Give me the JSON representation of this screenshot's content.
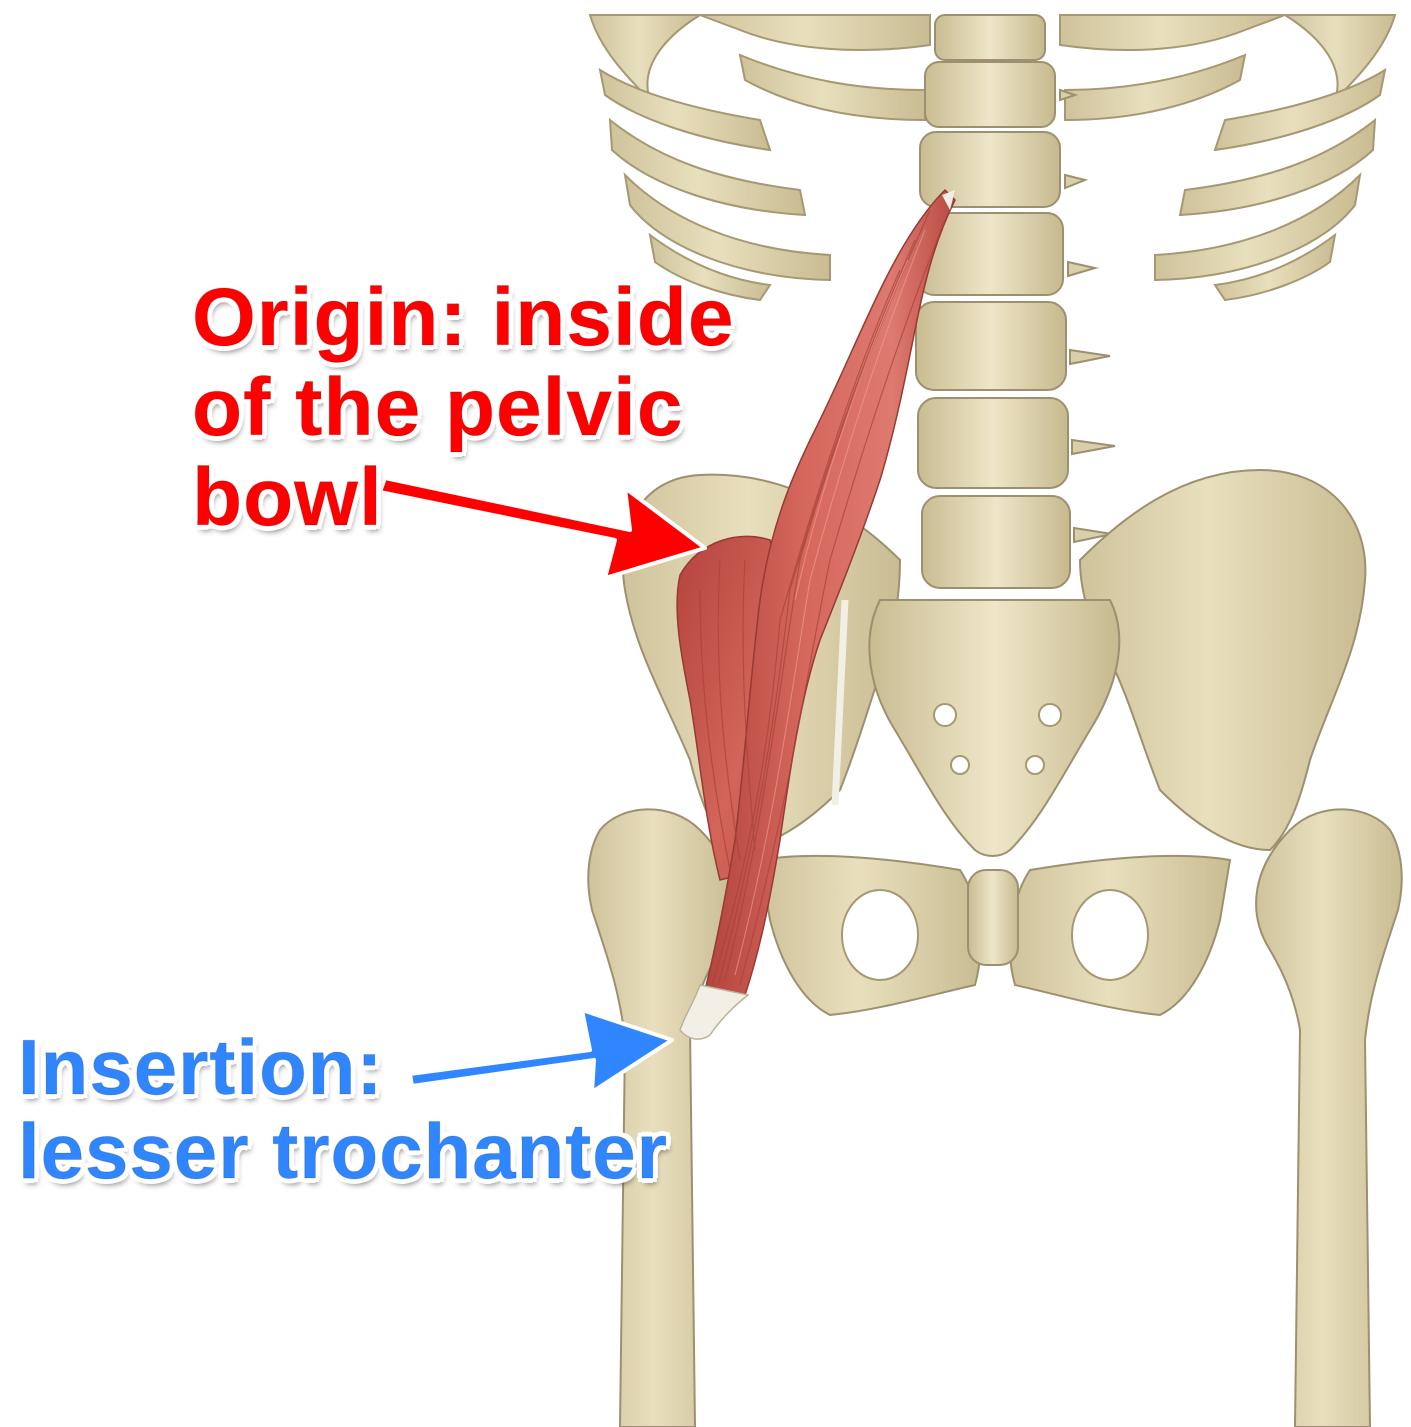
{
  "colors": {
    "bone": "#e3d9b5",
    "bone_shadow": "#b9ab82",
    "bone_outline": "#9d9070",
    "muscle": "#cf6158",
    "muscle_dark": "#a23a33",
    "muscle_light": "#e8958a",
    "tendon": "#f1efe8",
    "origin_color": "#ff0000",
    "insertion_color": "#2f86ff"
  },
  "labels": {
    "origin": {
      "line1": "Origin: inside",
      "line2": "of the pelvic",
      "line3": "bowl",
      "color": "#ff0000",
      "arrow_icon": "red-arrow-icon"
    },
    "insertion": {
      "line1": "Insertion:",
      "line2": "lesser trochanter",
      "color": "#2f86ff",
      "arrow_icon": "blue-arrow-icon"
    }
  }
}
